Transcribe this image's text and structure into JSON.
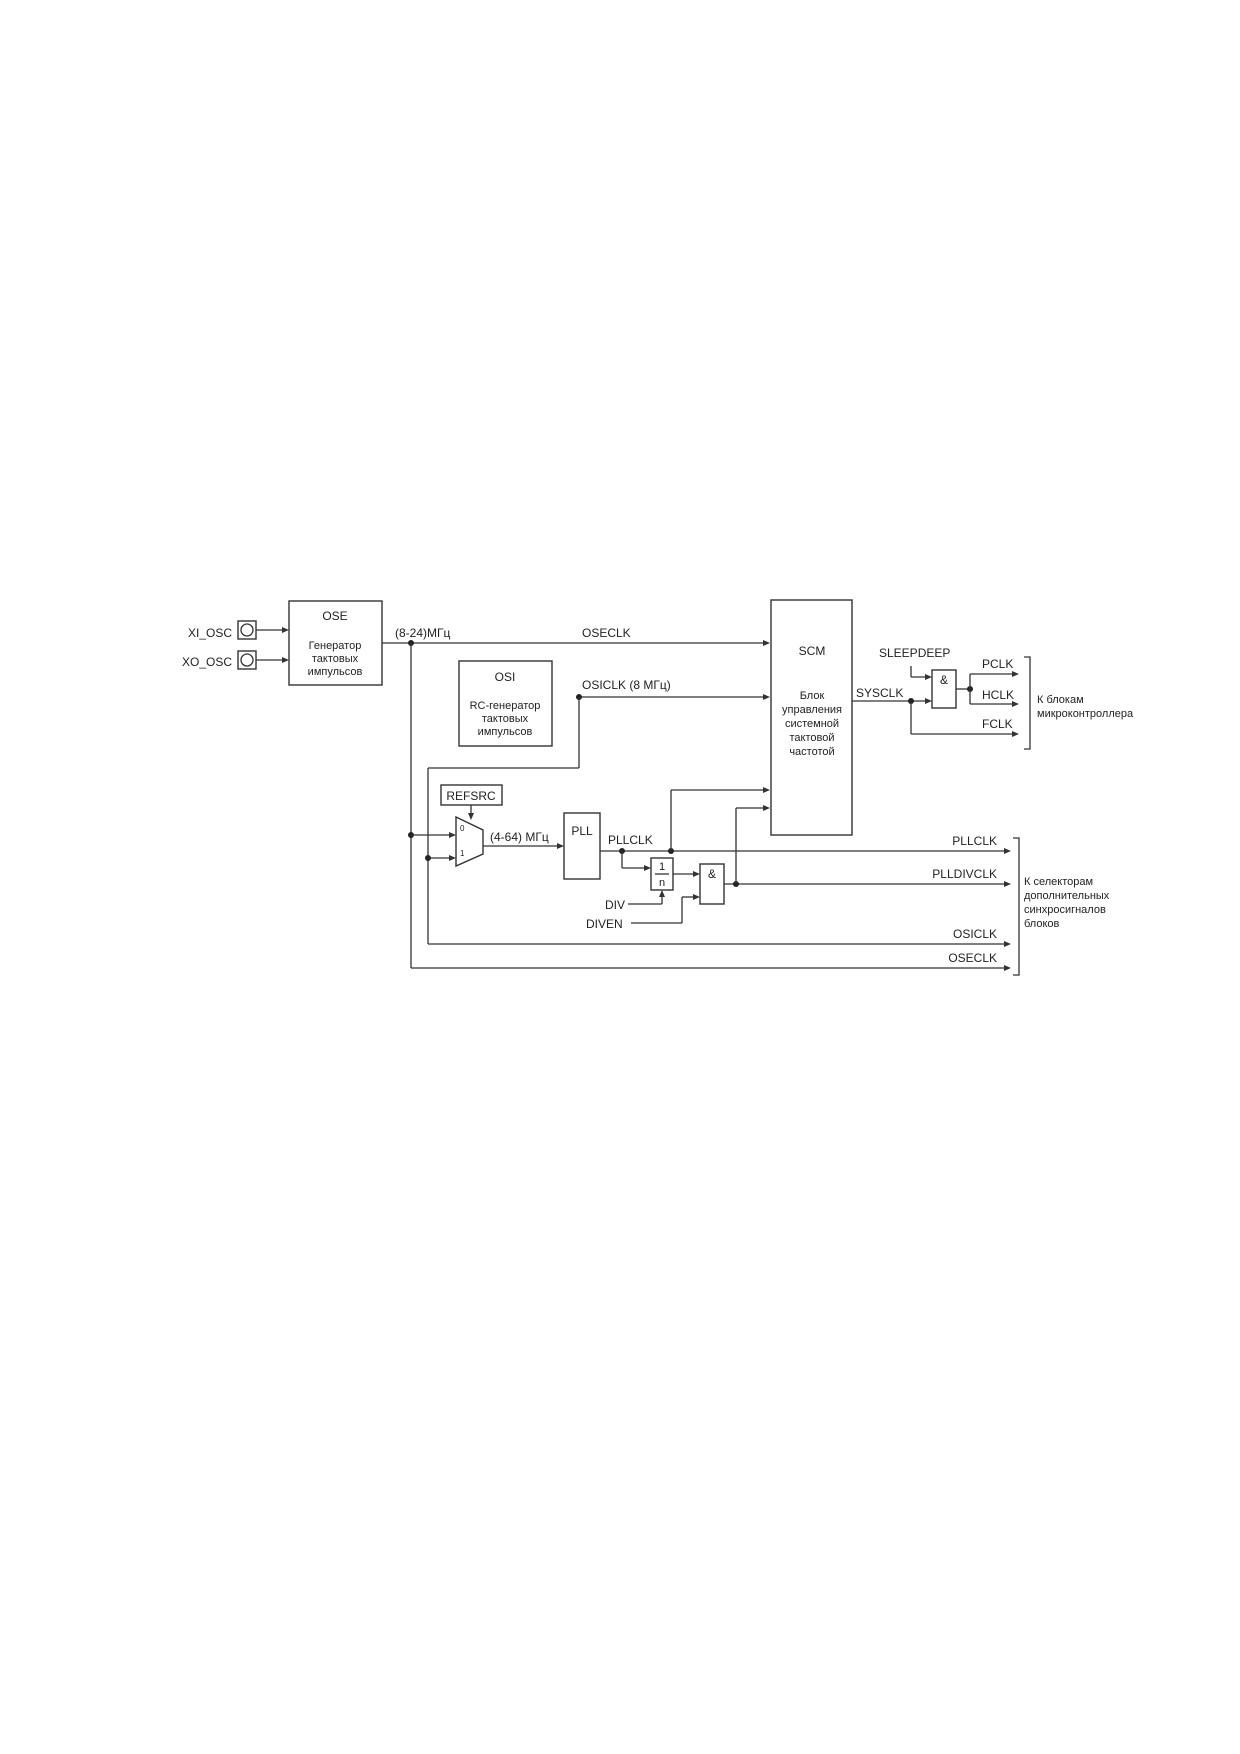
{
  "inputs": {
    "xi": "XI_OSC",
    "xo": "XO_OSC"
  },
  "ose": {
    "title": "OSE",
    "line1": "Генератор",
    "line2": "тактовых",
    "line3": "импульсов"
  },
  "osi": {
    "title": "OSI",
    "line1": "RC-генератор",
    "line2": "тактовых",
    "line3": "импульсов"
  },
  "scm": {
    "title": "SCM",
    "line1": "Блок",
    "line2": "управления",
    "line3": "системной",
    "line4": "тактовой",
    "line5": "частотой"
  },
  "signals": {
    "ose_freq": "(8-24)МГц",
    "oseclk": "OSECLK",
    "osiclk": "OSICLK (8 МГц)",
    "refsrc": "REFSRC",
    "mux0": "0",
    "mux1": "1",
    "pll_freq": "(4-64) МГц",
    "pll": "PLL",
    "pllclk": "PLLCLK",
    "div_num": "1",
    "div_den": "n",
    "div": "DIV",
    "diven": "DIVEN",
    "and": "&",
    "sysclk": "SYSCLK",
    "sleepdeep": "SLEEPDEEP"
  },
  "outputs_top": {
    "pclk": "PCLK",
    "hclk": "HCLK",
    "fclk": "FCLK"
  },
  "outputs_top_dest": {
    "line1": "К блокам",
    "line2": "микроконтроллера"
  },
  "outputs_bottom": {
    "pllclk": "PLLCLK",
    "plldivclk": "PLLDIVCLK",
    "osiclk": "OSICLK",
    "oseclk": "OSECLK"
  },
  "outputs_bottom_dest": {
    "line1": "К селекторам",
    "line2": "дополнительных",
    "line3": "синхросигналов",
    "line4": "блоков"
  }
}
